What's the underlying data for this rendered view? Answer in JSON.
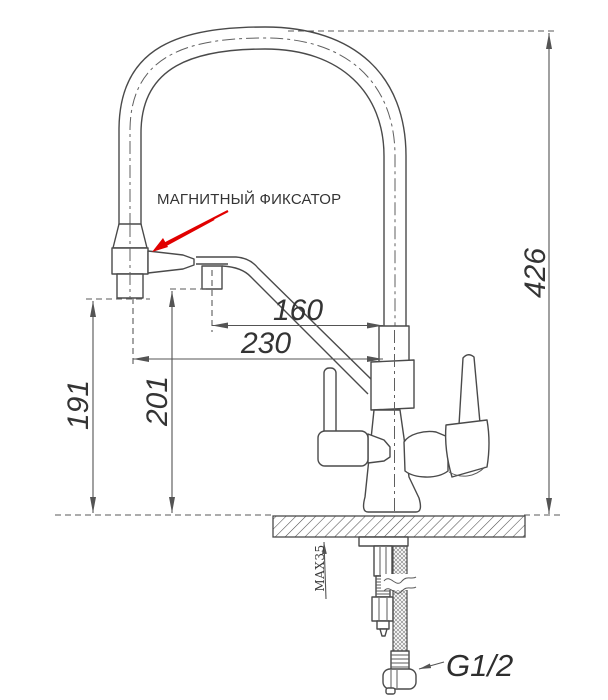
{
  "drawing": {
    "annotation": {
      "magnetic_lock_label": "МАГНИТНЫЙ ФИКСАТОР",
      "color": "#e10000"
    },
    "dimensions": {
      "overall_height": "426",
      "upper_spout_reach": "160",
      "lower_spout_reach": "230",
      "body_outlet_height": "201",
      "spray_outlet_height": "191",
      "max_deck_thickness": "MAX35",
      "connection_thread": "G1/2"
    },
    "colors": {
      "line": "#4a4a4a",
      "annotation_red": "#e10000",
      "background": "#ffffff"
    }
  }
}
